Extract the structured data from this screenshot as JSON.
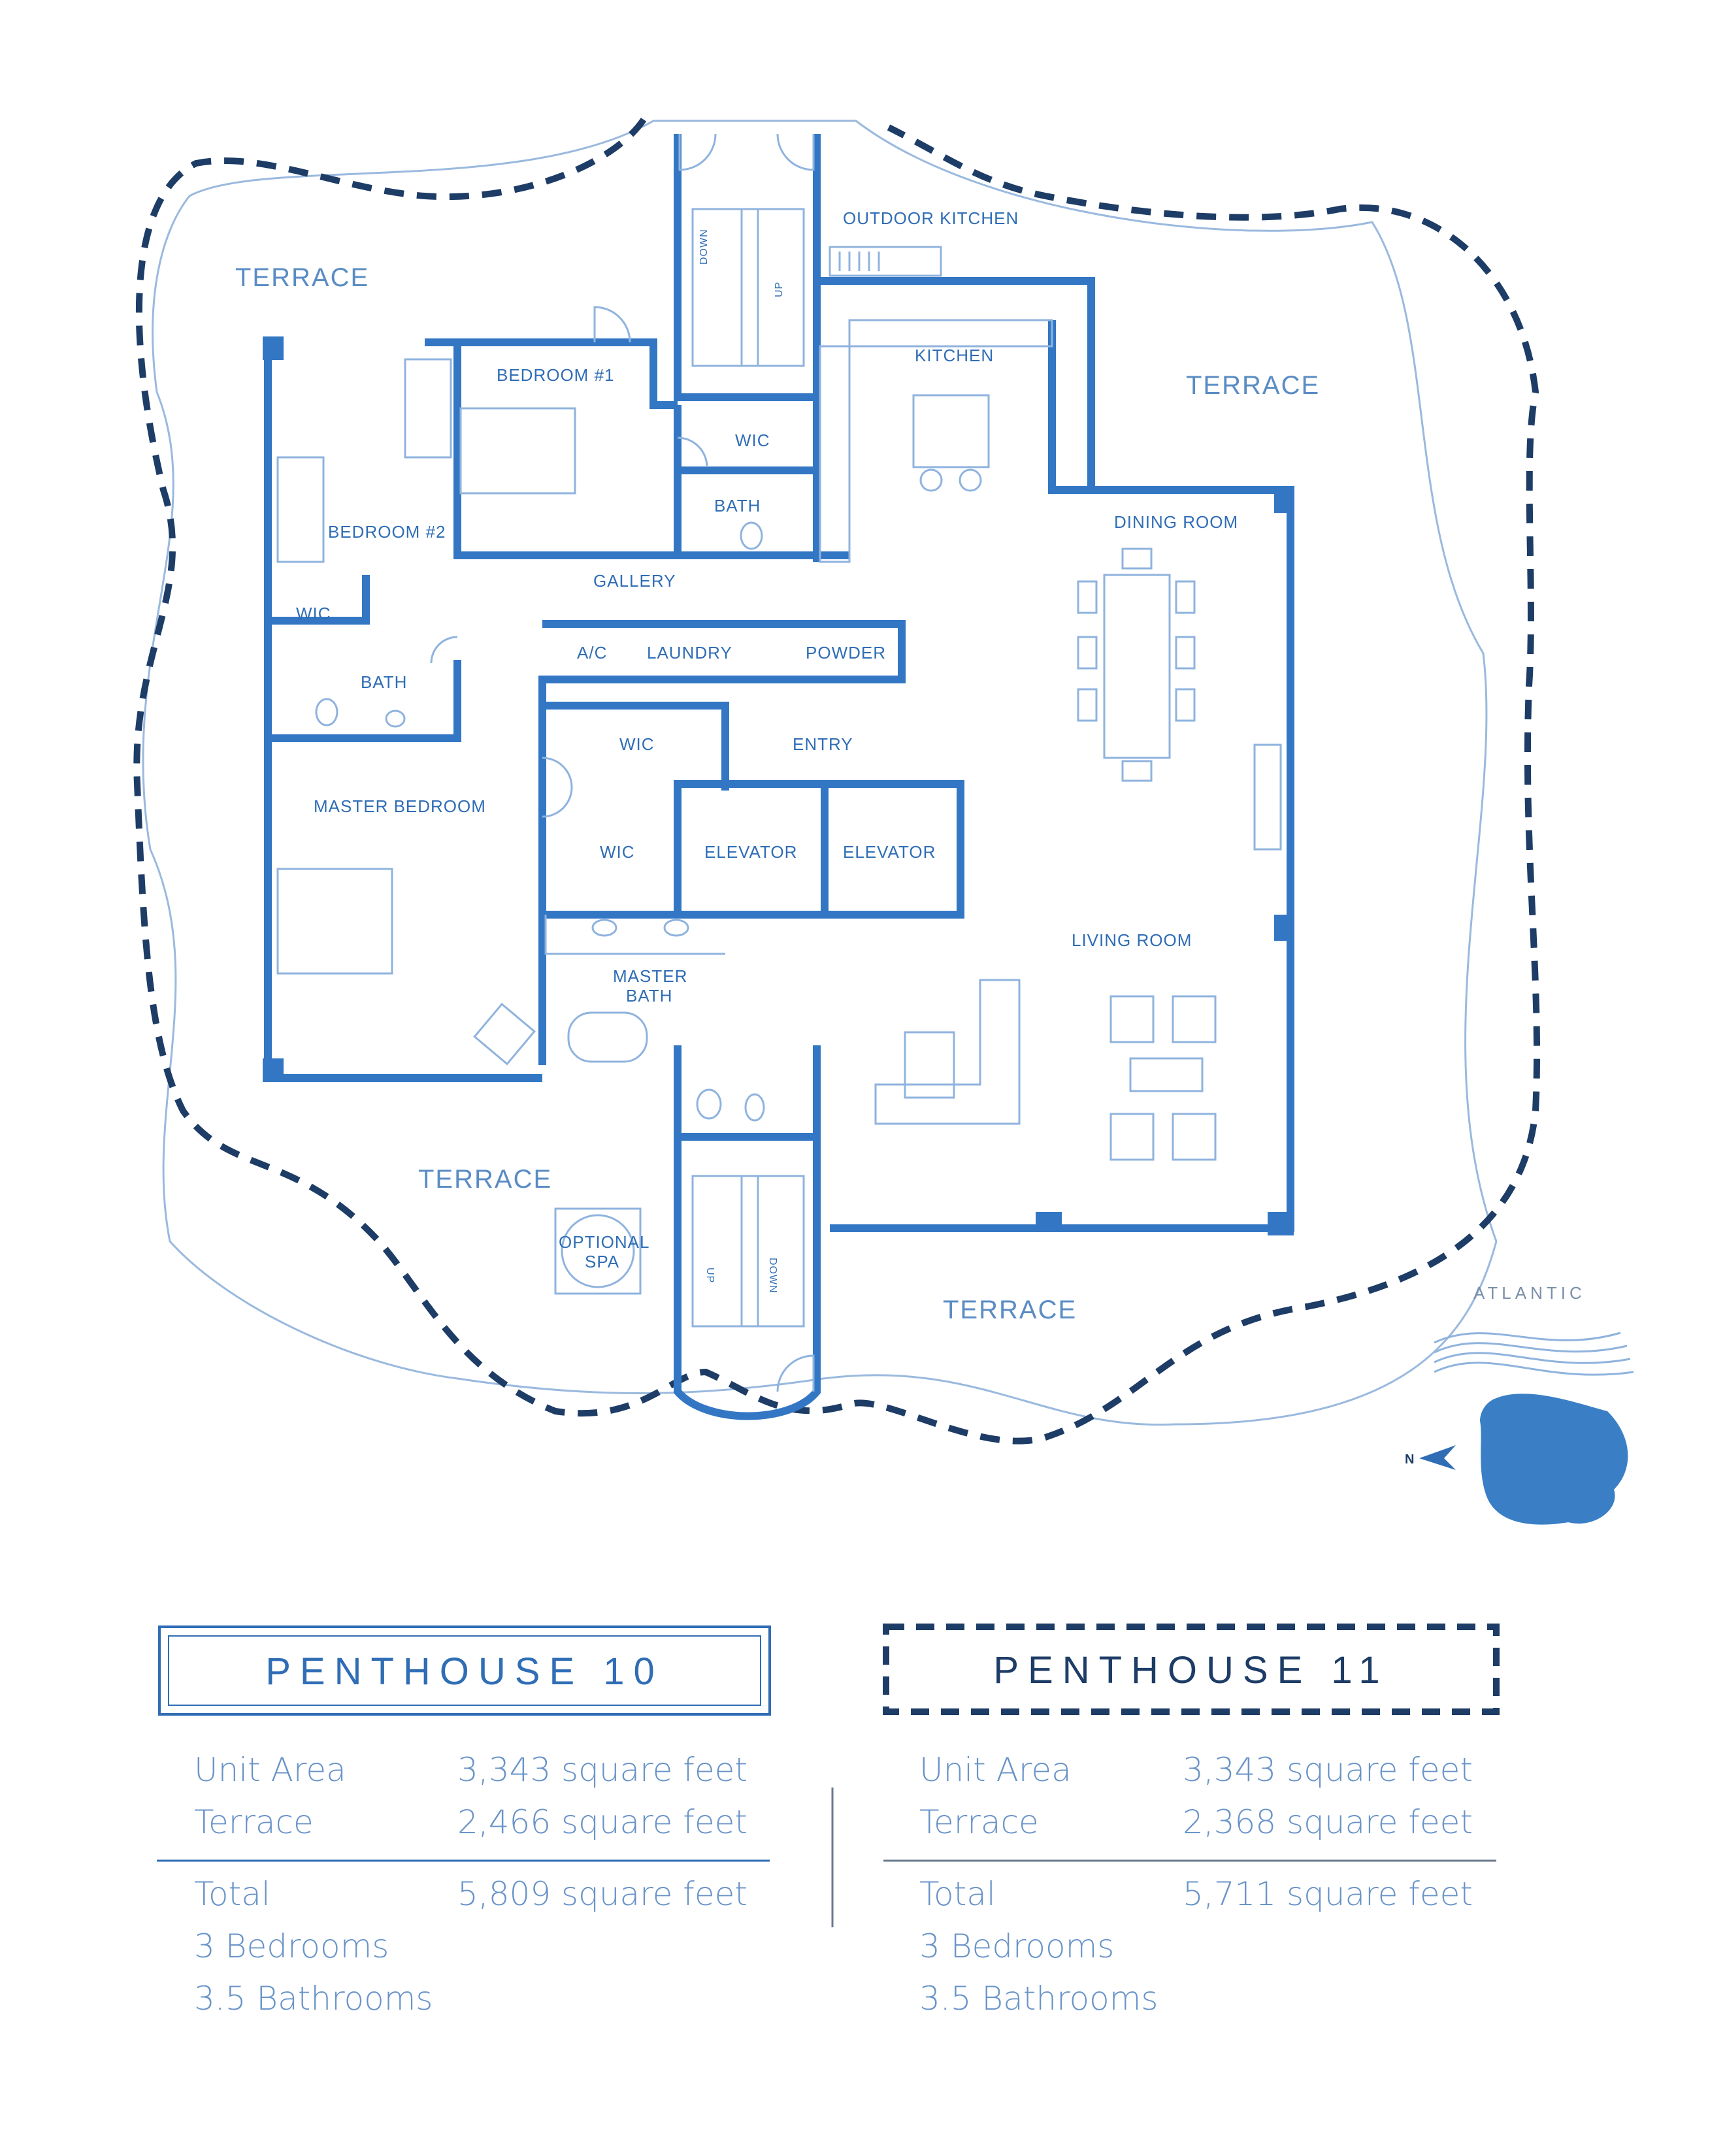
{
  "rooms": {
    "outdoor_kitchen": "OUTDOOR KITCHEN",
    "kitchen": "KITCHEN",
    "bedroom1": "BEDROOM  #1",
    "bedroom2": "BEDROOM #2",
    "wic": "WIC",
    "bath": "BATH",
    "gallery": "GALLERY",
    "ac": "A/C",
    "laundry": "LAUNDRY",
    "powder": "POWDER",
    "entry": "ENTRY",
    "elevator": "ELEVATOR",
    "dining_room": "DINING ROOM",
    "living_room": "LIVING ROOM",
    "master_bedroom": "MASTER BEDROOM",
    "master_bath_line1": "MASTER",
    "master_bath_line2": "BATH",
    "optional_spa_line1": "OPTIONAL",
    "optional_spa_line2": "SPA",
    "terrace": "TERRACE",
    "stair_down": "DOWN",
    "stair_up": "UP"
  },
  "compass": {
    "ocean_label": "ATLANTIC",
    "north_label": "N"
  },
  "legend": {
    "ph10": {
      "title": "PENTHOUSE 10",
      "unit_area_label": "Unit Area",
      "unit_area_value": "3,343 square feet",
      "terrace_label": "Terrace",
      "terrace_value": "2,466 square feet",
      "total_label": "Total",
      "total_value": "5,809 square feet",
      "bedrooms": "3 Bedrooms",
      "bathrooms": "3.5 Bathrooms"
    },
    "ph11": {
      "title": "PENTHOUSE 11",
      "unit_area_label": "Unit Area",
      "unit_area_value": "3,343 square feet",
      "terrace_label": "Terrace",
      "terrace_value": "2,368 square feet",
      "total_label": "Total",
      "total_value": "5,711 square feet",
      "bedrooms": "3 Bedrooms",
      "bathrooms": "3.5 Bathrooms"
    }
  },
  "colors": {
    "wall": "#3377c4",
    "fixture": "#8fb3de",
    "dash_outline": "#1d3c66",
    "water": "#3a7fc6",
    "text": "#2f6db5"
  }
}
